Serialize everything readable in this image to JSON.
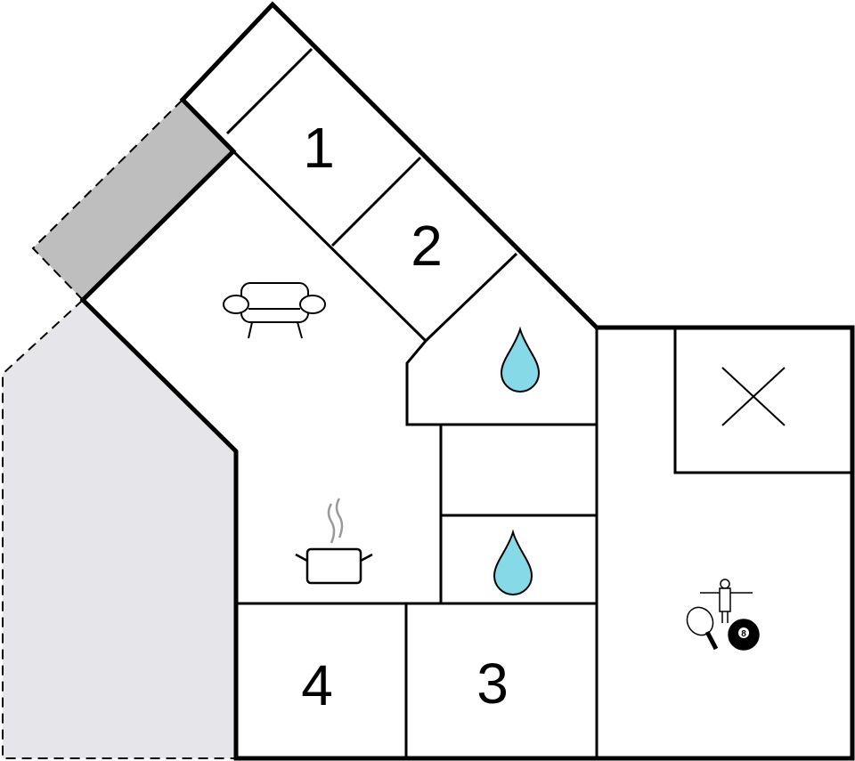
{
  "floorplan": {
    "rooms": [
      {
        "id": "bedroom-1",
        "label": "1"
      },
      {
        "id": "bedroom-2",
        "label": "2"
      },
      {
        "id": "bedroom-3",
        "label": "3"
      },
      {
        "id": "bedroom-4",
        "label": "4"
      }
    ],
    "icons": {
      "living": "sofa-icon",
      "kitchen": "cooking-pot-icon",
      "bathroom": "water-drop-icon",
      "void": "cross-icon",
      "games": "games-icon",
      "billiard_ball_number": "8"
    },
    "colors": {
      "terrace": "#bebebe",
      "outdoor": "#e5e5ea",
      "water": "#86d9e6",
      "walls": "#000000"
    }
  }
}
